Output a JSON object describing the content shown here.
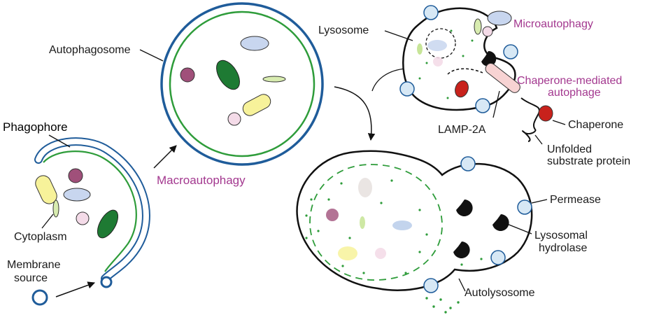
{
  "labels": {
    "autophagosome": "Autophagosome",
    "phagophore": "Phagophore",
    "cytoplasm": "Cytoplasm",
    "membrane_source_1": "Membrane",
    "membrane_source_2": "source",
    "macroautophagy": "Macroautophagy",
    "lysosome": "Lysosome",
    "microautophagy": "Microautophagy",
    "cma_1": "Chaperone-mediated",
    "cma_2": "autophage",
    "lamp2a": "LAMP-2A",
    "chaperone": "Chaperone",
    "unfolded_1": "Unfolded",
    "unfolded_2": "substrate protein",
    "permease": "Permease",
    "hydrolase_1": "Lysosomal",
    "hydrolase_2": "hydrolase",
    "autolysosome": "Autolysosome"
  },
  "colors": {
    "membrane_blue": "#1f5c9a",
    "inner_green": "#2e9c3a",
    "label_pink": "#a3388f",
    "permease_fill": "#d7e8f5",
    "chaperone_red": "#c8221c"
  }
}
